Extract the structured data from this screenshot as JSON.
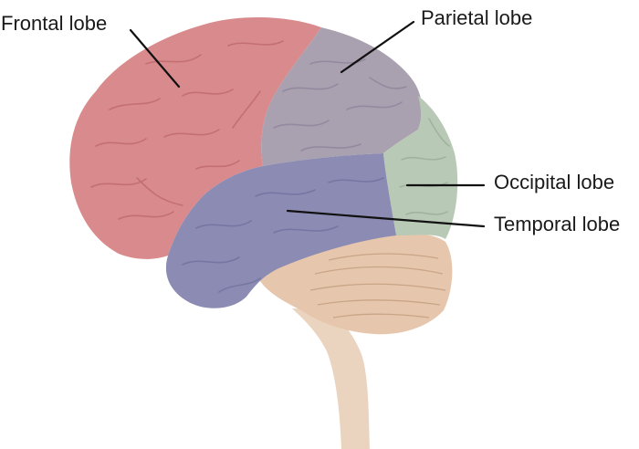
{
  "labels": {
    "frontal": "Frontal lobe",
    "parietal": "Parietal lobe",
    "occipital": "Occipital lobe",
    "temporal": "Temporal lobe"
  },
  "colors": {
    "frontal": "#d98a8c",
    "parietal": "#a9a0b0",
    "occipital": "#b8c9b5",
    "temporal": "#8b8bb3",
    "cerebellum": "#e6c6ac",
    "brainstem": "#ead4bf",
    "leader_line": "#111111"
  }
}
